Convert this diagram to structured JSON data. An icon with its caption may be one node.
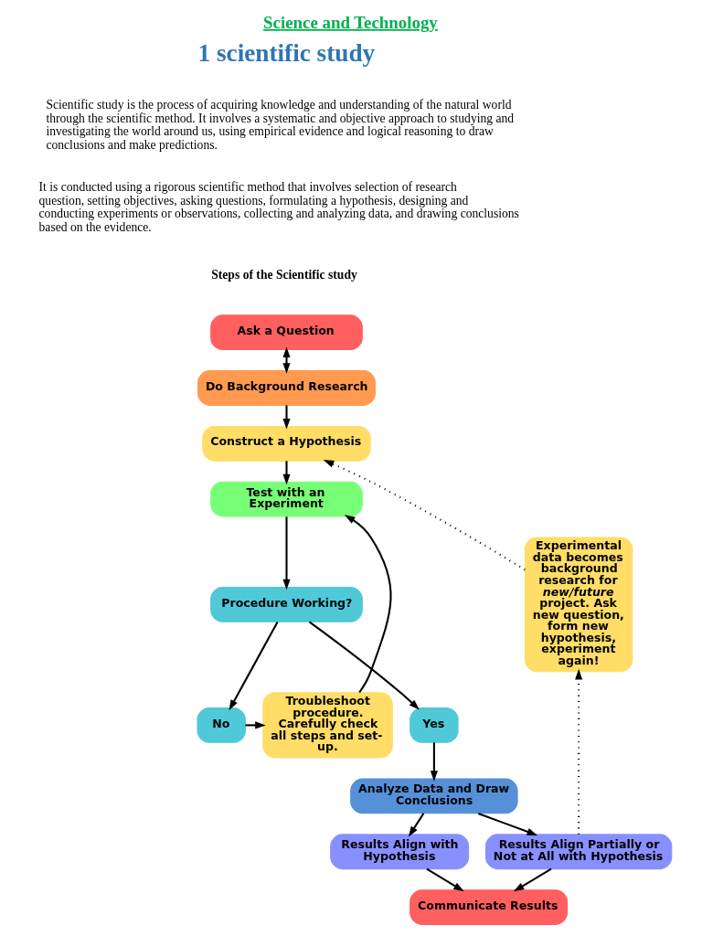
{
  "diagram": {
    "title": "Science and Technology",
    "nodes": [
      {
        "text": [
          "Ask a Question"
        ]
      },
      {
        "text": [
          "Do Background Research"
        ]
      },
      {
        "text": [
          "Construct a Hypothesis"
        ]
      },
      {
        "text": [
          "Test with an Experiment"
        ]
      },
      {
        "text": [
          "Experimental data becomes background research for *new/future* project. Ask new question, form new hypothesis, experiment again!"
        ]
      },
      {
        "text": [
          "Procedure Working?"
        ]
      },
      {
        "text": [
          "Troubleshoot procedure. Carefully check all steps and set-up."
        ]
      },
      {
        "text": [
          "No"
        ]
      },
      {
        "text": [
          "Yes"
        ]
      },
      {
        "text": [
          "Analyze Data and Draw Conclusions"
        ]
      },
      {
        "text": [
          "Results Align with Hypothesis"
        ]
      },
      {
        "text": [
          "Results Align Partially or Not at All with Hypothesis"
        ]
      },
      {
        "text": [
          "Communicate Results"
        ]
      }
    ],
    "edges": [
      {
        "from": 0,
        "to": 1,
        "arrow": "both"
      },
      {
        "from": 1,
        "to": 2,
        "arrow": "to"
      },
      {
        "from": 2,
        "to": 3,
        "arrow": "to"
      },
      {
        "from": 3,
        "to": 5,
        "arrow": "to"
      },
      {
        "from": 5,
        "to": 7,
        "arrow": "to"
      },
      {
        "from": 5,
        "to": 8,
        "arrow": "to"
      },
      {
        "from": 7,
        "to": 6,
        "arrow": "to"
      },
      {
        "from": 6,
        "to": 3,
        "arrow": "to"
      },
      {
        "from": 8,
        "to": 9,
        "arrow": "to"
      },
      {
        "from": 9,
        "to": 10,
        "arrow": "to"
      },
      {
        "from": 9,
        "to": 11,
        "arrow": "to"
      },
      {
        "from": 10,
        "to": 12,
        "arrow": "to"
      },
      {
        "from": 11,
        "to": 12,
        "arrow": "to"
      },
      {
        "from": 11,
        "to": 4,
        "arrow": "to",
        "style": "dashed"
      },
      {
        "from": 4,
        "to": 2,
        "arrow": "to",
        "style": "dashed"
      }
    ],
    "labels": [
      "1 scientific study",
      "Scientific study is the process of acquiring knowledge and understanding of the natural world through the scientific method. It involves a systematic and objective approach to studying and investigating the world around us, using empirical evidence and logical reasoning to draw conclusions and make predictions.",
      "It is conducted using a rigorous scientific method that involves selection of research question, setting objectives, asking questions, formulating a hypothesis, designing and conducting experiments or observations, collecting and analyzing data, and drawing conclusions based on the evidence.",
      "Steps of the Scientific study"
    ]
  }
}
